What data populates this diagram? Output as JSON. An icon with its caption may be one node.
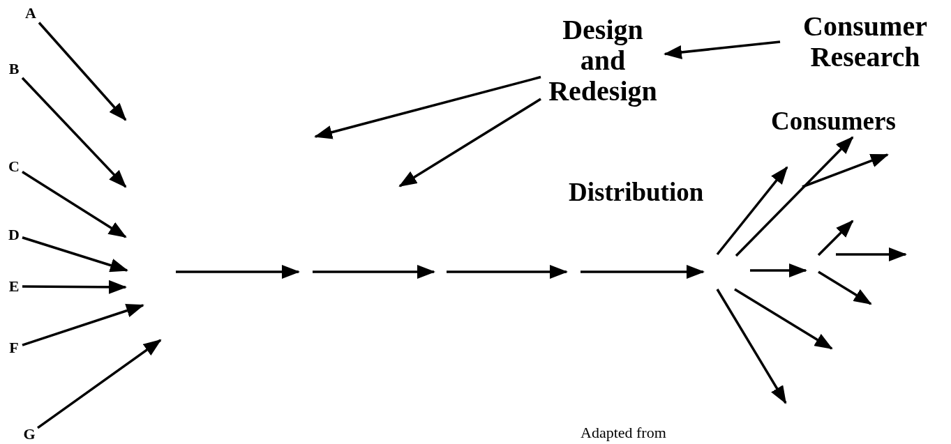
{
  "diagram": {
    "nodes": [
      {
        "text": [
          "A"
        ]
      },
      {
        "text": [
          "B"
        ]
      },
      {
        "text": [
          "C"
        ]
      },
      {
        "text": [
          "D"
        ]
      },
      {
        "text": [
          "E"
        ]
      },
      {
        "text": [
          "F"
        ]
      },
      {
        "text": [
          "G"
        ]
      },
      {
        "text": [
          "Design and Redesign"
        ]
      },
      {
        "text": [
          "Consumer Research"
        ]
      }
    ],
    "edges": [
      {
        "from": 0,
        "to": null,
        "arrow": "to"
      },
      {
        "from": 1,
        "to": null,
        "arrow": "to"
      },
      {
        "from": 2,
        "to": null,
        "arrow": "to"
      },
      {
        "from": 3,
        "to": null,
        "arrow": "to"
      },
      {
        "from": 4,
        "to": null,
        "arrow": "to"
      },
      {
        "from": 5,
        "to": null,
        "arrow": "to"
      },
      {
        "from": 6,
        "to": null,
        "arrow": "to"
      },
      {
        "from": 7,
        "to": null,
        "arrow": "to"
      },
      {
        "from": 7,
        "to": null,
        "arrow": "to"
      },
      {
        "from": 8,
        "to": 7,
        "arrow": "to"
      }
    ],
    "labels": [
      "Consumers",
      "Distribution",
      "Adapted from"
    ]
  }
}
